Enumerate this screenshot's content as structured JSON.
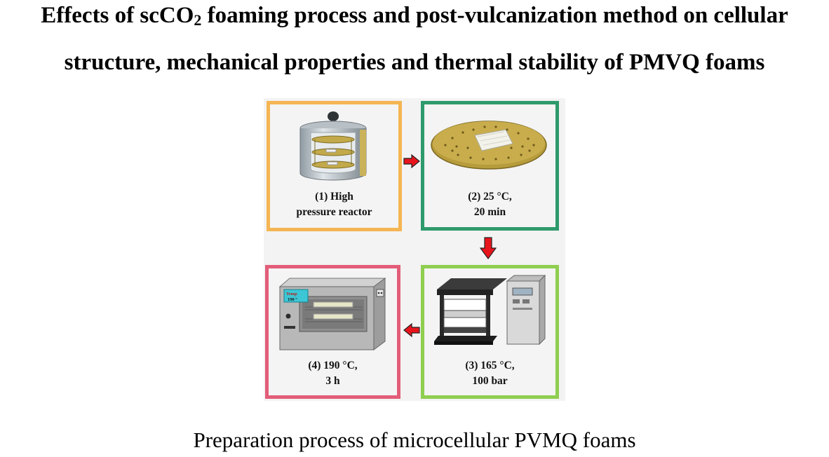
{
  "title": {
    "line1_prefix": "Effects of scCO",
    "line1_sub": "2",
    "line1_suffix": " foaming process and post-vulcanization method on cellular",
    "line2": "structure, mechanical properties and thermal stability of PMVQ foams"
  },
  "steps": [
    {
      "line1": "(1) High",
      "line2": "pressure reactor",
      "color": "#f5b553"
    },
    {
      "line1": "(2) 25 °C,",
      "line2": "20 min",
      "color": "#2e9a6b"
    },
    {
      "line1": "(3) 165 °C,",
      "line2": "100 bar",
      "color": "#8fce50"
    },
    {
      "line1": "(4) 190 °C,",
      "line2": "3 h",
      "color": "#e35d78"
    }
  ],
  "oven_display": {
    "line1": "Temp",
    "line2": "190 °"
  },
  "arrow_color": "#e8141c",
  "caption": "Preparation process of microcellular PVMQ foams"
}
